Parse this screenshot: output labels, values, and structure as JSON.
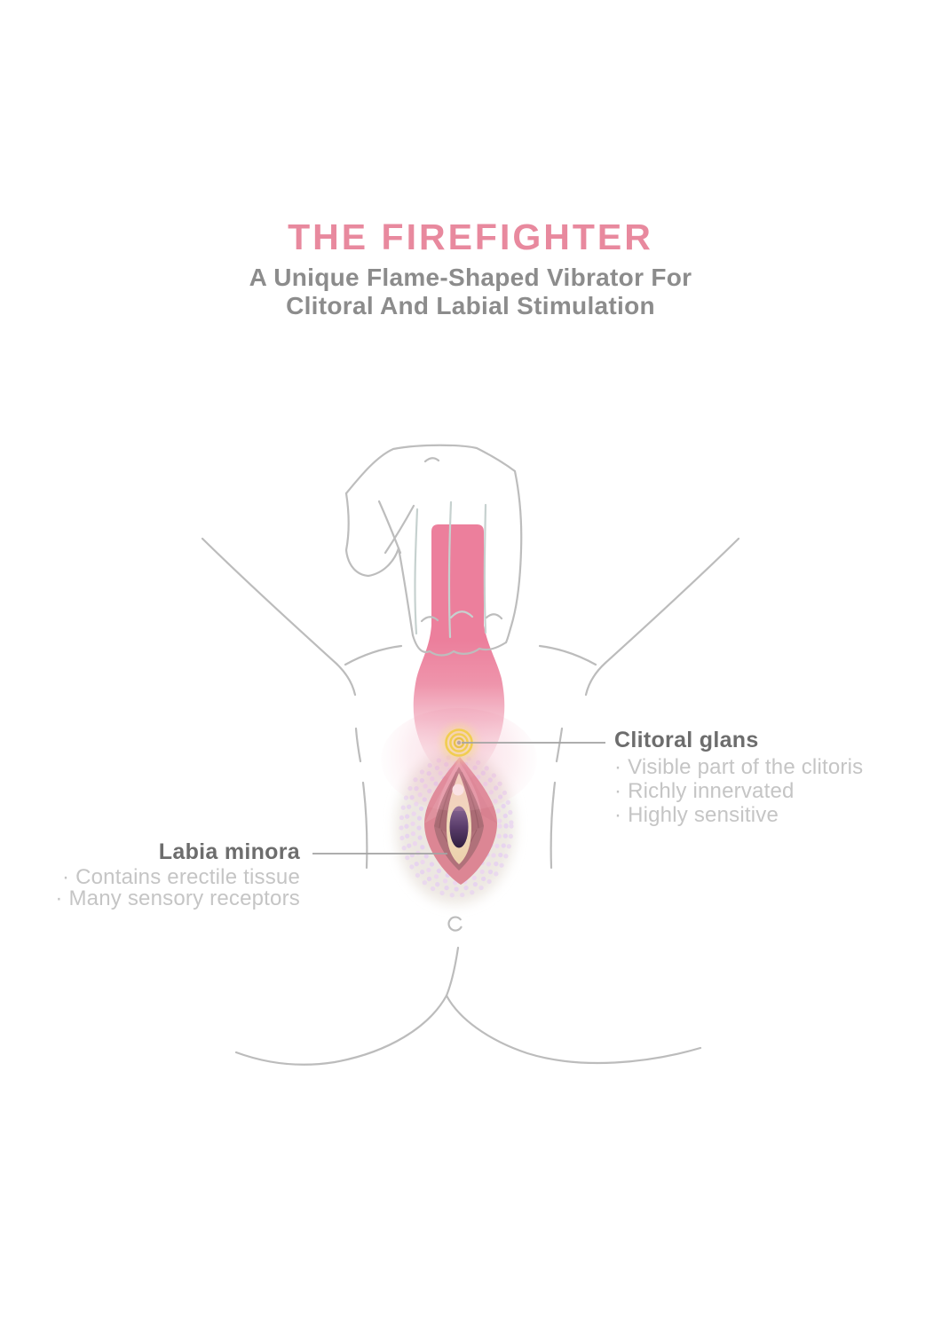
{
  "header": {
    "title": "THE FIREFIGHTER",
    "subtitle_line1": "A Unique Flame-Shaped Vibrator For",
    "subtitle_line2": "Clitoral And Labial Stimulation"
  },
  "labels": {
    "clitoral_glans": {
      "title": "Clitoral glans",
      "bullets": [
        "Visible part of the clitoris",
        "Richly innervated",
        "Highly sensitive"
      ]
    },
    "labia_minora": {
      "title": "Labia minora",
      "bullets": [
        "Contains erectile tissue",
        "Many sensory receptors"
      ]
    }
  },
  "icons": {
    "target": "concentric-circles-target"
  },
  "colors": {
    "accent_pink": "#e8899e",
    "device_pink": "#ec7f9c",
    "target_yellow": "#f1cd50",
    "heading_gray": "#6d6d6d",
    "bullet_gray": "#c5c5c5",
    "outline_gray": "#bcbcbc",
    "dot_lavender": "#e6d2ef",
    "opening_purple": "#3a2450",
    "vestibule_cream": "#f1dabc",
    "labia_pink": "#dc8694"
  }
}
